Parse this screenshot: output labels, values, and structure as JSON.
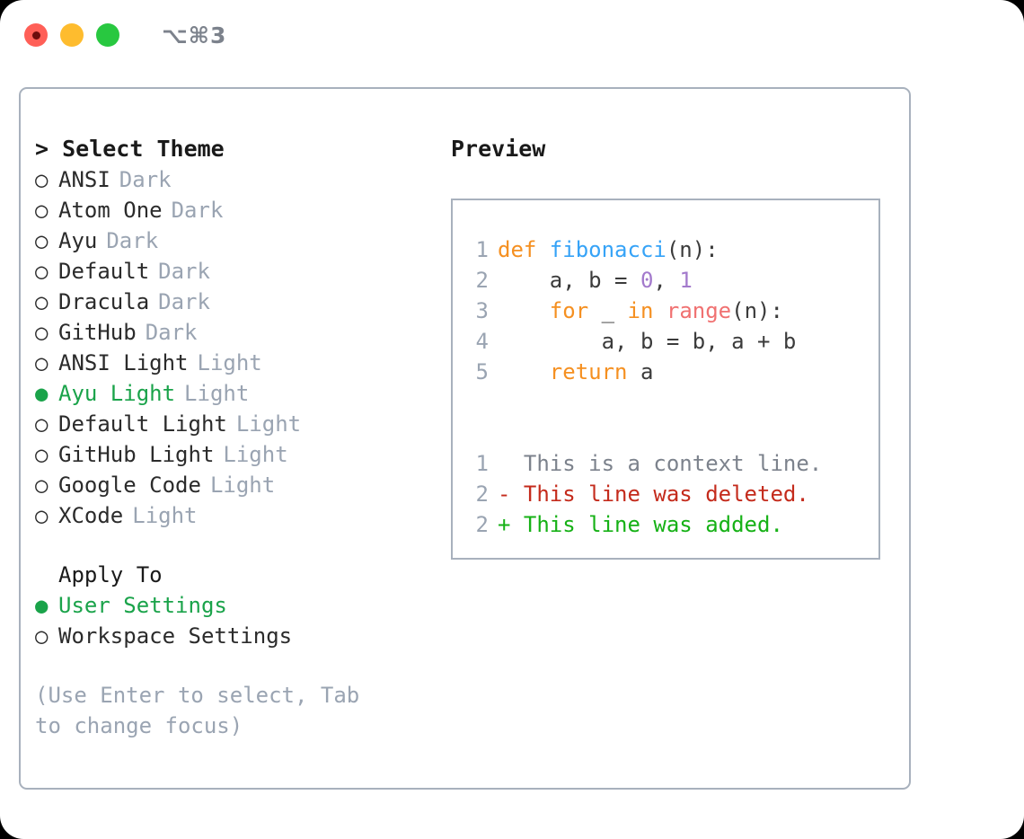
{
  "titlebar": {
    "shortcut": "⌥⌘3",
    "buttons": [
      {
        "name": "close",
        "color": "#ff5f57"
      },
      {
        "name": "minimize",
        "color": "#febc2e"
      },
      {
        "name": "zoom",
        "color": "#28c840"
      }
    ]
  },
  "theme_panel": {
    "header": "> Select Theme",
    "options": [
      {
        "marker": "○",
        "label": "ANSI",
        "category": "Dark",
        "selected": false
      },
      {
        "marker": "○",
        "label": "Atom One",
        "category": "Dark",
        "selected": false
      },
      {
        "marker": "○",
        "label": "Ayu",
        "category": "Dark",
        "selected": false
      },
      {
        "marker": "○",
        "label": "Default",
        "category": "Dark",
        "selected": false
      },
      {
        "marker": "○",
        "label": "Dracula",
        "category": "Dark",
        "selected": false
      },
      {
        "marker": "○",
        "label": "GitHub",
        "category": "Dark",
        "selected": false
      },
      {
        "marker": "○",
        "label": "ANSI Light",
        "category": "Light",
        "selected": false
      },
      {
        "marker": "●",
        "label": "Ayu Light",
        "category": "Light",
        "selected": true
      },
      {
        "marker": "○",
        "label": "Default Light",
        "category": "Light",
        "selected": false
      },
      {
        "marker": "○",
        "label": "GitHub Light",
        "category": "Light",
        "selected": false
      },
      {
        "marker": "○",
        "label": "Google Code",
        "category": "Light",
        "selected": false
      },
      {
        "marker": "○",
        "label": "XCode",
        "category": "Light",
        "selected": false
      }
    ]
  },
  "apply_to": {
    "title": "Apply To",
    "options": [
      {
        "marker": "●",
        "label": "User Settings",
        "selected": true
      },
      {
        "marker": "○",
        "label": "Workspace Settings",
        "selected": false
      }
    ]
  },
  "hint": "(Use Enter to select, Tab to change focus)",
  "preview": {
    "title": "Preview",
    "code_lines": [
      {
        "number": "1",
        "tokens": [
          {
            "text": "def ",
            "type": "keyword"
          },
          {
            "text": "fibonacci",
            "type": "function"
          },
          {
            "text": "(n):",
            "type": "plain"
          }
        ]
      },
      {
        "number": "2",
        "tokens": [
          {
            "text": "    a, b = ",
            "type": "plain"
          },
          {
            "text": "0",
            "type": "number"
          },
          {
            "text": ", ",
            "type": "plain"
          },
          {
            "text": "1",
            "type": "number"
          }
        ]
      },
      {
        "number": "3",
        "tokens": [
          {
            "text": "    ",
            "type": "plain"
          },
          {
            "text": "for",
            "type": "keyword"
          },
          {
            "text": " _ ",
            "type": "plain"
          },
          {
            "text": "in",
            "type": "keyword"
          },
          {
            "text": " ",
            "type": "plain"
          },
          {
            "text": "range",
            "type": "call"
          },
          {
            "text": "(n):",
            "type": "plain"
          }
        ]
      },
      {
        "number": "4",
        "tokens": [
          {
            "text": "        a, b = b, a + b",
            "type": "plain"
          }
        ]
      },
      {
        "number": "5",
        "tokens": [
          {
            "text": "    ",
            "type": "plain"
          },
          {
            "text": "return",
            "type": "keyword"
          },
          {
            "text": " a",
            "type": "plain"
          }
        ]
      }
    ],
    "diff_lines": [
      {
        "number": "1",
        "prefix": "  ",
        "text": "This is a context line.",
        "type": "context"
      },
      {
        "number": "2",
        "prefix": "- ",
        "text": "This line was deleted.",
        "type": "deleted"
      },
      {
        "number": "2",
        "prefix": "+ ",
        "text": "This line was added.",
        "type": "added"
      }
    ]
  },
  "colors": {
    "accent_green": "#1aa34a",
    "muted": "#9aa4b2",
    "border": "#a8b1bd",
    "keyword": "#f59021",
    "function": "#36a3f7",
    "number": "#a37acc",
    "call": "#f07171",
    "diff_deleted": "#c42b1c",
    "diff_added": "#16b116"
  }
}
